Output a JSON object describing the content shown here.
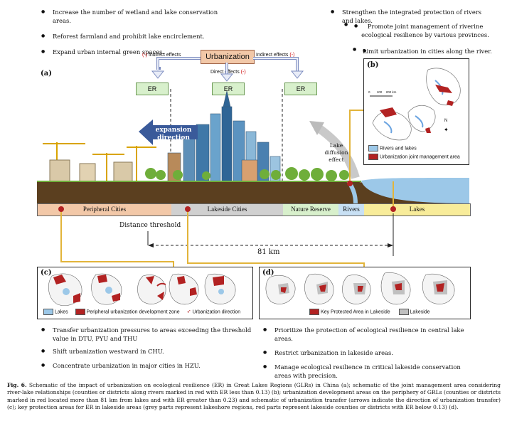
{
  "top_left_bullets": [
    "Increase the number of wetland and lake conservation areas.",
    "Reforest farmland and prohibit lake encirclement.",
    "Expand urban internal green spaces."
  ],
  "top_right_bullets": [
    "Strengthen the integrated protection of rivers and lakes.",
    "Promote joint management of riverine ecological resilience by various provinces.",
    "Limit urbanization in cities along the river."
  ],
  "center": {
    "urbanization": "Urbanization",
    "indirect_left": "Indirect effects",
    "indirect_right": "Indirect effects",
    "direct": "Direct effects",
    "sign": "(-)",
    "er": "ER"
  },
  "panel_labels": {
    "a": "(a)",
    "b": "(b)",
    "c": "(c)",
    "d": "(d)"
  },
  "expansion_label": "expansion direction",
  "lake_diffusion_label": "Lake diffusion effect",
  "zones": [
    "Peripheral Cities",
    "Lakeside Cities",
    "Nature Reserve",
    "Rivers",
    "Lakes"
  ],
  "distance_threshold": "Distance threshold",
  "distance_value": "81 km",
  "panel_b": {
    "scale": [
      "0",
      "100",
      "200 km"
    ],
    "north": "N",
    "legend": [
      "Rivers and lakes",
      "Urbanization joint management area"
    ]
  },
  "panel_c": {
    "legend": [
      "Lakes",
      "Peripheral urbanization development zone",
      "Urbanization direction"
    ]
  },
  "panel_d": {
    "legend": [
      "Key Protected Area in Lakeside",
      "Lakeside"
    ]
  },
  "bottom_left_bullets": [
    "Transfer urbanization pressures to areas exceeding the threshold value in DTU, PYU and THU",
    "Shift urbanization westward in CHU.",
    "Concentrate urbanization in major cities in HZU."
  ],
  "bottom_right_bullets": [
    "Prioritize the protection of ecological resilience in central lake areas.",
    "Restrict urbanization in lakeside areas.",
    "Manage ecological resilience in critical lakeside conservation areas with precision."
  ],
  "caption": {
    "label": "Fig. 6.",
    "text": "Schematic of the impact of urbanization on ecological resilience (ER) in Great Lakes Regions (GLRs) in China (a); schematic of the joint management area considering river-lake relationships (counties or districts along rivers marked in red with ER less than 0.13) (b); urbanization development areas on the periphery of GRLs (counties or districts marked in red located more than 81 km from lakes and with ER greater than 0.23) and schematic of urbanization transfer (arrows indicate the direction of urbanization transfer) (c); key protection areas for ER in lakeside areas (grey parts represent lakeshore regions, red parts represent lakeside counties or districts with ER below 0.13) (d)."
  },
  "colors": {
    "red": "#b22222",
    "er_fill": "#d8f0cc",
    "urban_fill": "#f2c8a8",
    "lake": "#9cc8e8",
    "soil": "#5b3f1f",
    "connector": "#e2b43a"
  }
}
